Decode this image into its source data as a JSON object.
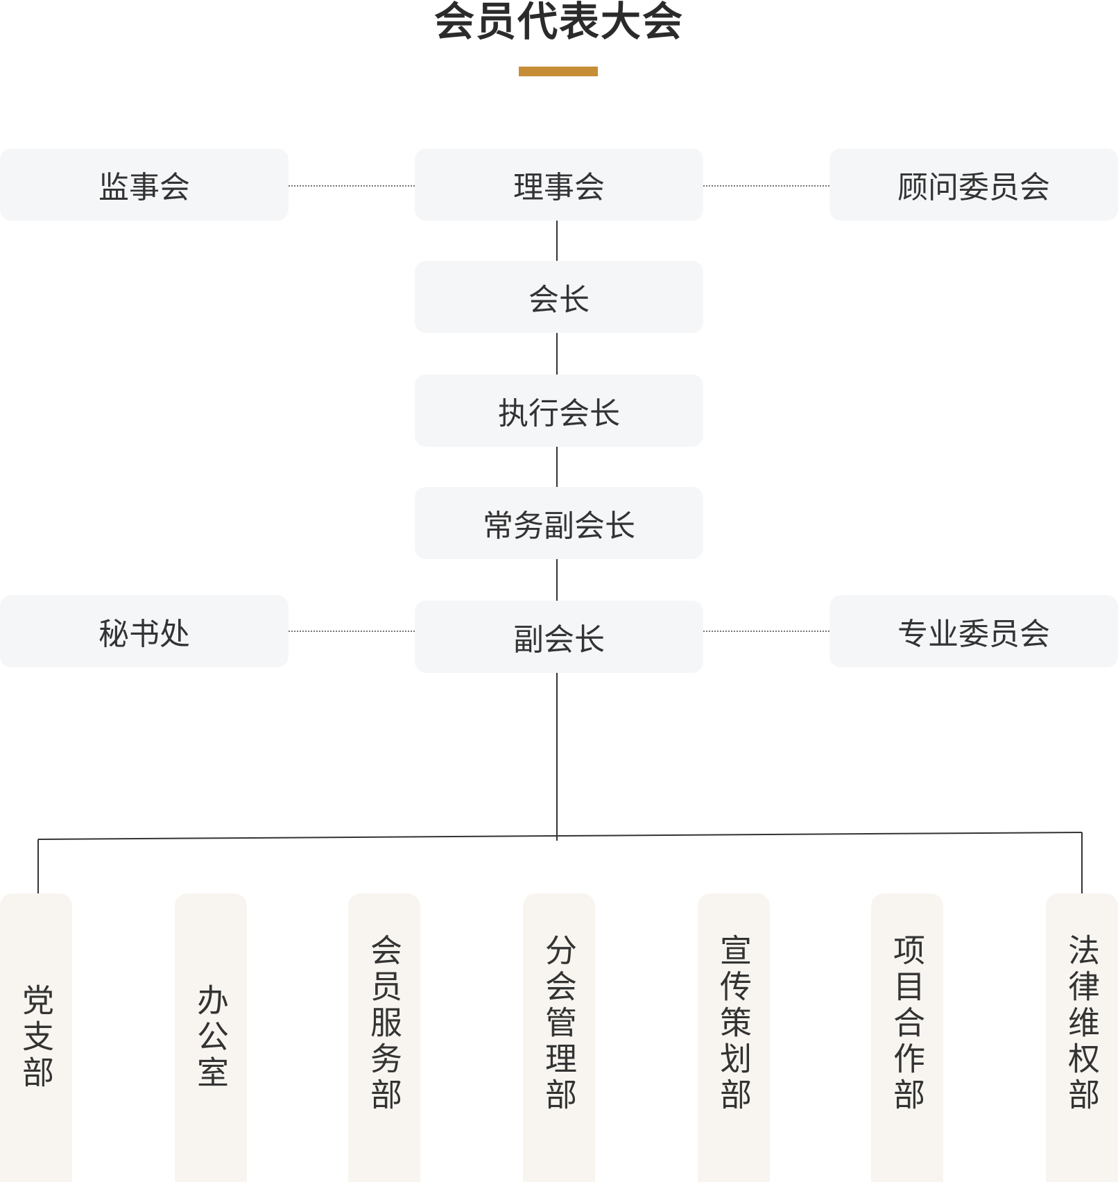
{
  "title": "会员代表大会",
  "colors": {
    "accent": "#c58e36",
    "node_bg": "#f5f6f8",
    "dept_bg": "#f8f5f0",
    "line": "#333333",
    "text": "#333333"
  },
  "top_row": {
    "left": "监事会",
    "center": "理事会",
    "right": "顾问委员会"
  },
  "chain": [
    "会长",
    "执行会长",
    "常务副会长"
  ],
  "middle_row": {
    "left": "秘书处",
    "center": "副会长",
    "right": "专业委员会"
  },
  "departments": [
    "党支部",
    "办公室",
    "会员服务部",
    "分会管理部",
    "宣传策划部",
    "项目合作部",
    "法律维权部"
  ]
}
